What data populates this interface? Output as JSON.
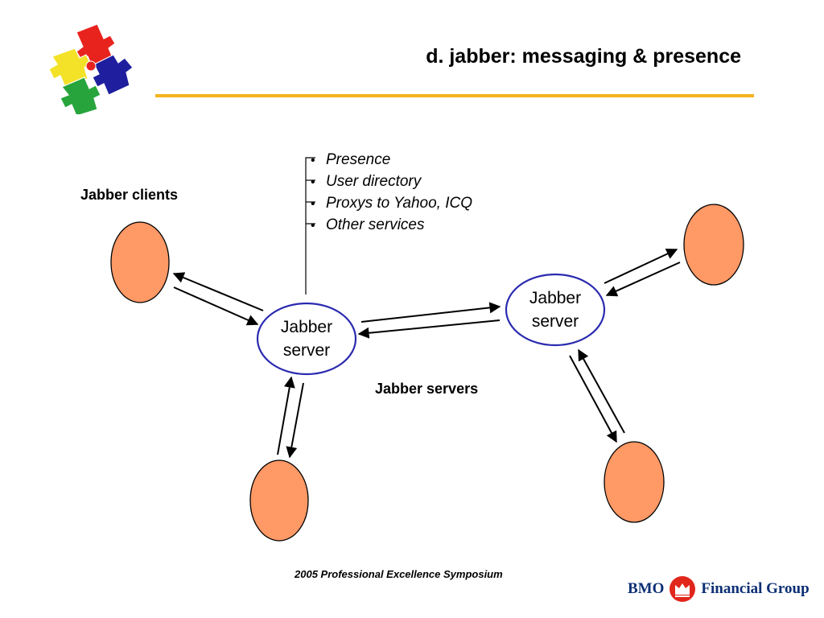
{
  "title": "d. jabber: messaging & presence",
  "labels": {
    "clients": "Jabber clients",
    "servers": "Jabber servers"
  },
  "servers": [
    {
      "line1": "Jabber",
      "line2": "server"
    },
    {
      "line1": "Jabber",
      "line2": "server"
    }
  ],
  "services": [
    "Presence",
    "User directory",
    "Proxys to Yahoo, ICQ",
    "Other services"
  ],
  "footer": "2005 Professional Excellence Symposium",
  "brand": {
    "name_left": "BMO",
    "name_right": "Financial Group"
  },
  "colors": {
    "client_fill": "#FF9966",
    "server_stroke": "#2B2BB0",
    "rule": "#F5B31E",
    "brand_blue": "#0C2F74",
    "brand_red": "#E1261C"
  }
}
